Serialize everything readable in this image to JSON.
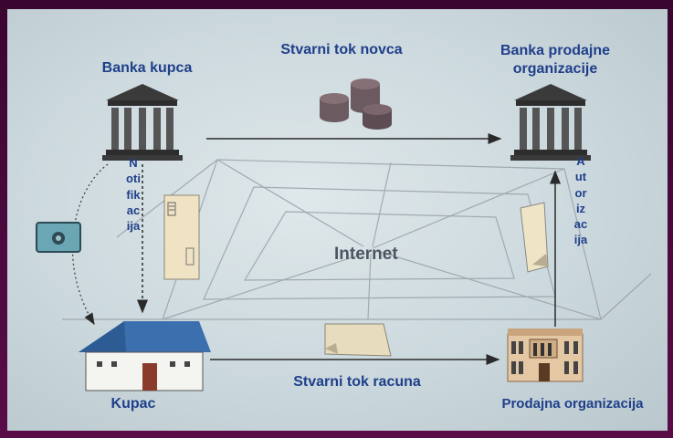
{
  "labels": {
    "bank_buyer": "Banka  kupca",
    "money_flow": "Stvarni tok novca",
    "bank_seller_line1": "Banka prodajne",
    "bank_seller_line2": "organizacije",
    "notification": "Notifikacija",
    "authorization": "Autorizacija",
    "internet": "Internet",
    "buyer": "Kupac",
    "invoice_flow": "Stvarni tok racuna",
    "seller": "Prodajna organizacija"
  },
  "colors": {
    "label_text": "#1f3f8a",
    "background": "#c9d7dc",
    "frame": "#4a0a3a"
  }
}
